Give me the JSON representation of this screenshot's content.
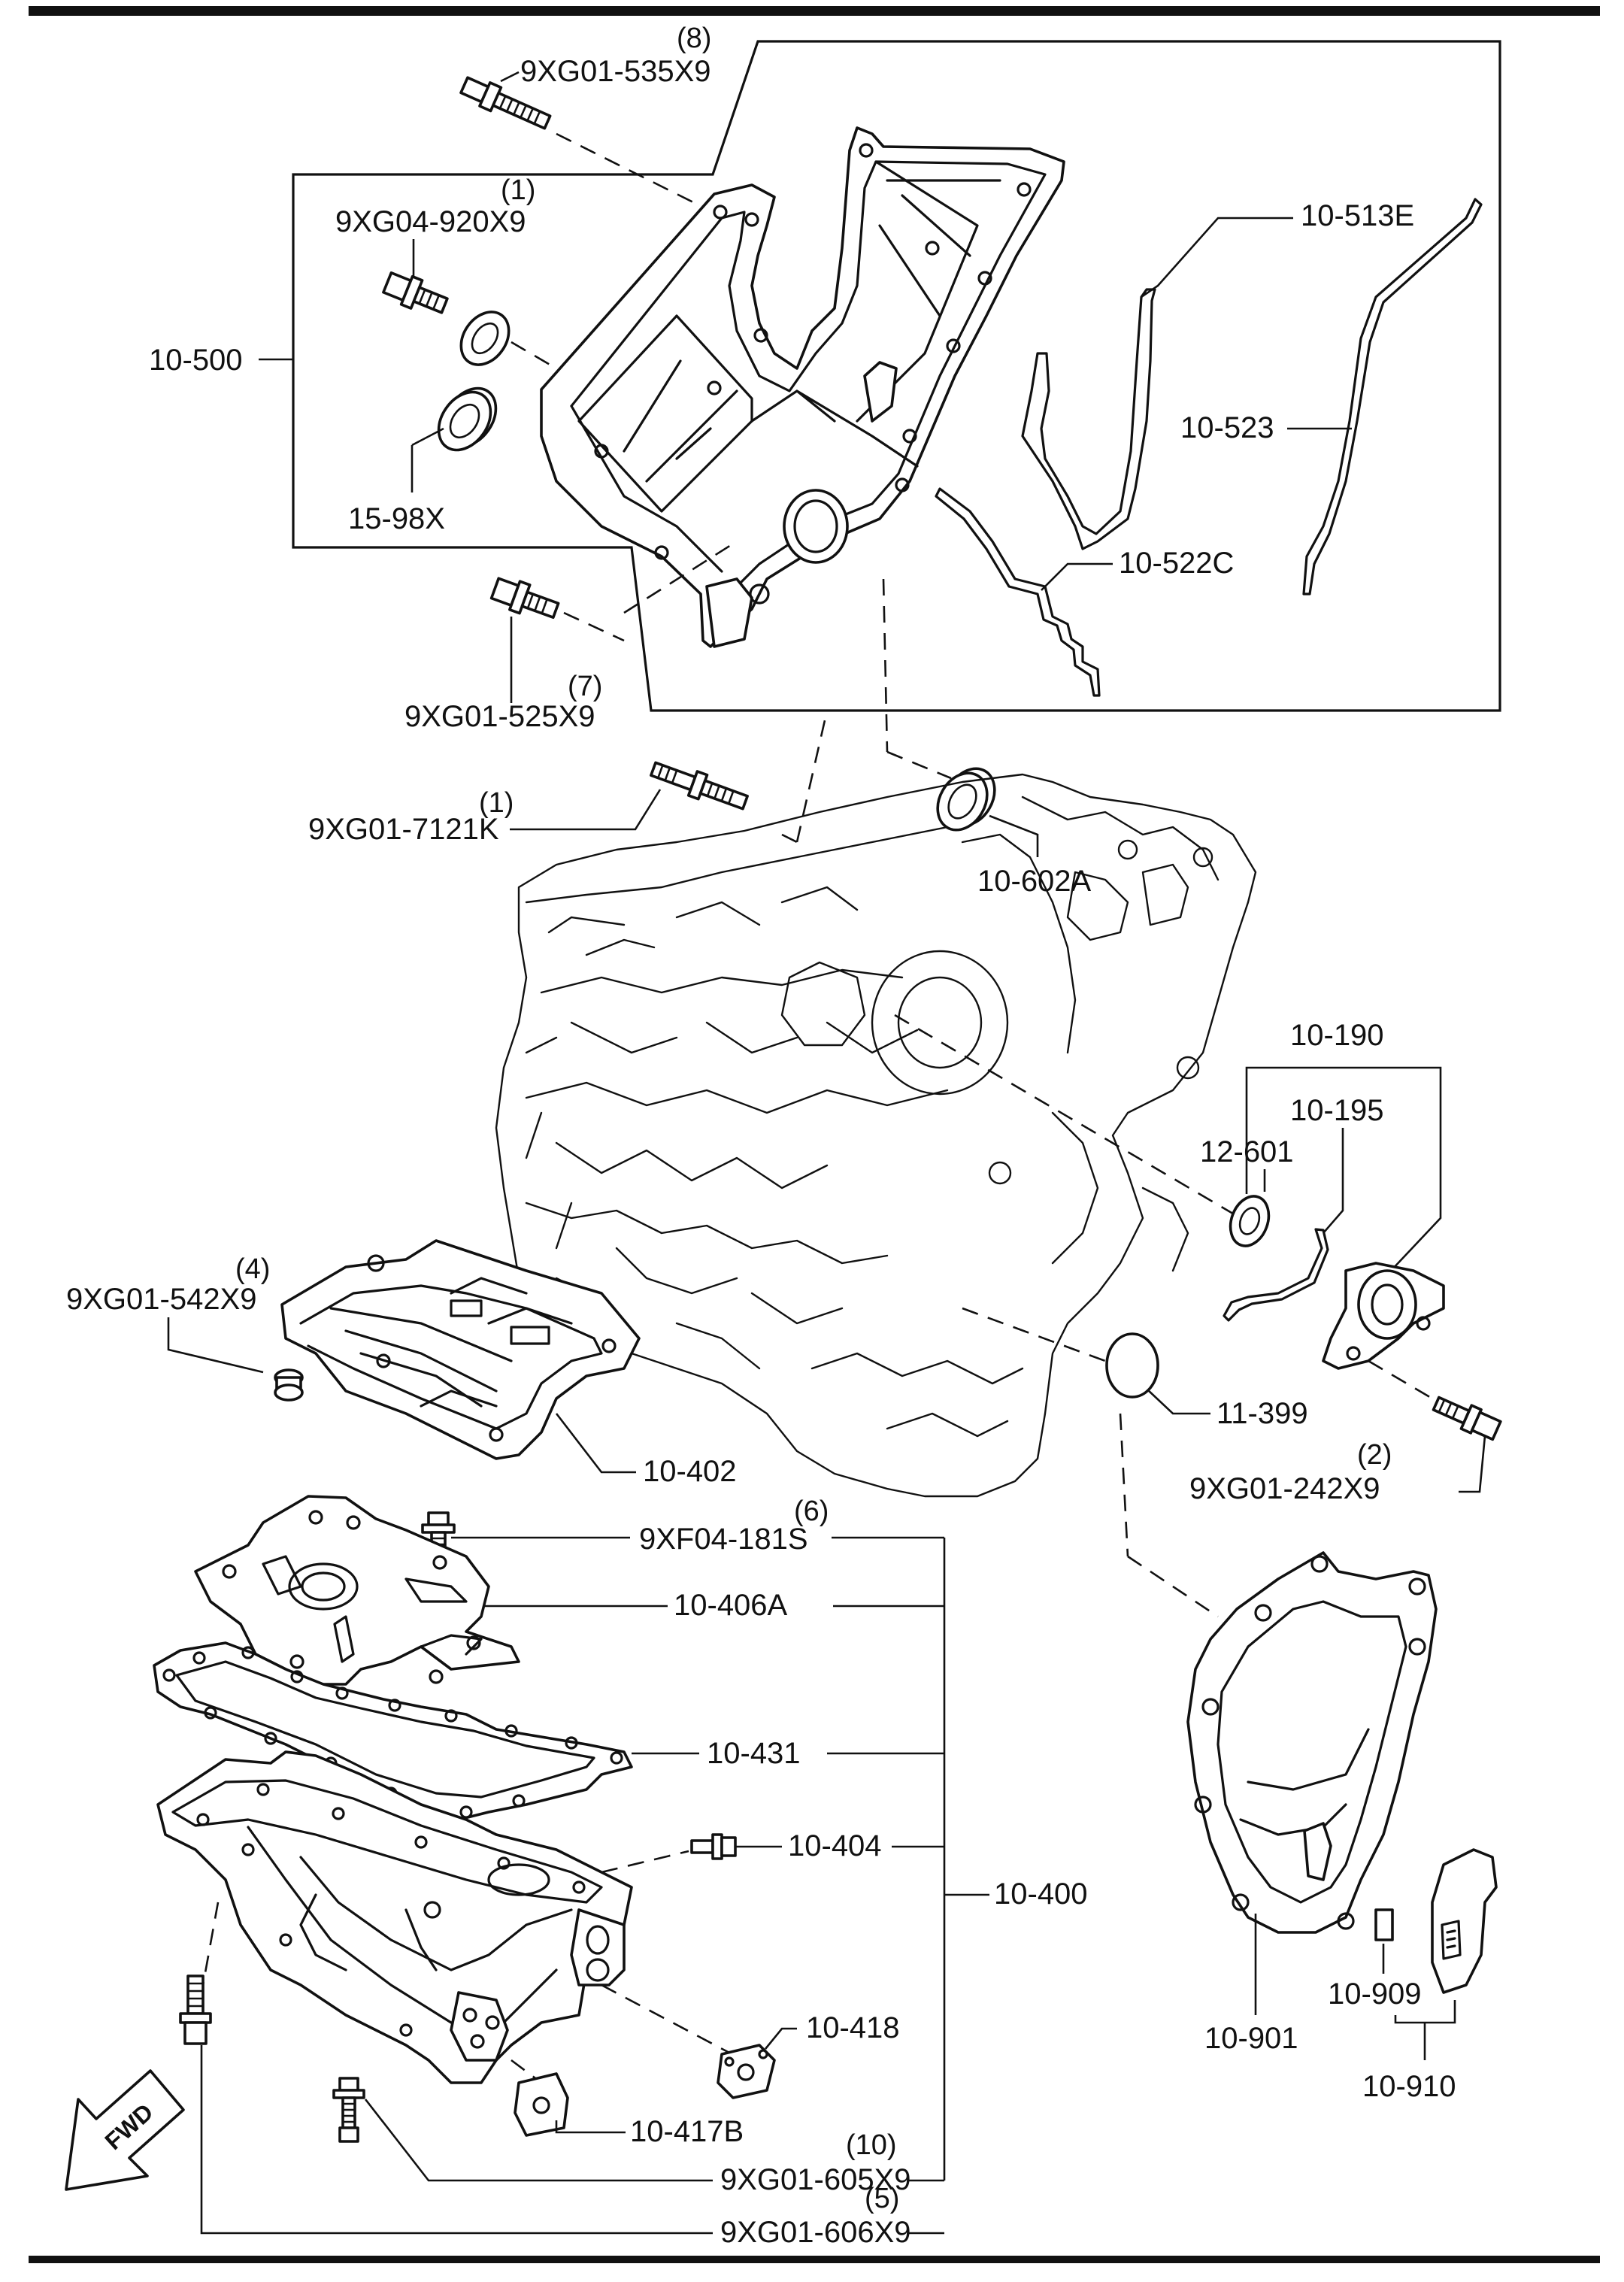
{
  "callouts": {
    "b_535": "9XG01-535X9",
    "q_535": "(8)",
    "b_920": "9XG04-920X9",
    "q_920": "(1)",
    "p_500": "10-500",
    "p_98x": "15-98X",
    "p_513e": "10-513E",
    "p_523": "10-523",
    "p_522c": "10-522C",
    "b_525": "9XG01-525X9",
    "q_525": "(7)",
    "b_7121": "9XG01-7121K",
    "q_7121": "(1)",
    "p_602a": "10-602A",
    "p_190": "10-190",
    "p_195": "10-195",
    "p_601": "12-601",
    "b_542": "9XG01-542X9",
    "q_542": "(4)",
    "p_399": "11-399",
    "p_402": "10-402",
    "b_242": "9XG01-242X9",
    "q_242": "(2)",
    "b_181": "9XF04-181S",
    "q_181": "(6)",
    "p_406a": "10-406A",
    "p_431": "10-431",
    "p_404": "10-404",
    "p_400": "10-400",
    "p_418": "10-418",
    "p_417b": "10-417B",
    "b_605": "9XG01-605X9",
    "q_605": "(10)",
    "b_606": "9XG01-606X9",
    "q_606": "(5)",
    "p_901": "10-901",
    "p_909": "10-909",
    "p_910": "10-910"
  },
  "fwd_badge": "FWD",
  "icons": {
    "fwd": "fwd-arrow-icon"
  }
}
